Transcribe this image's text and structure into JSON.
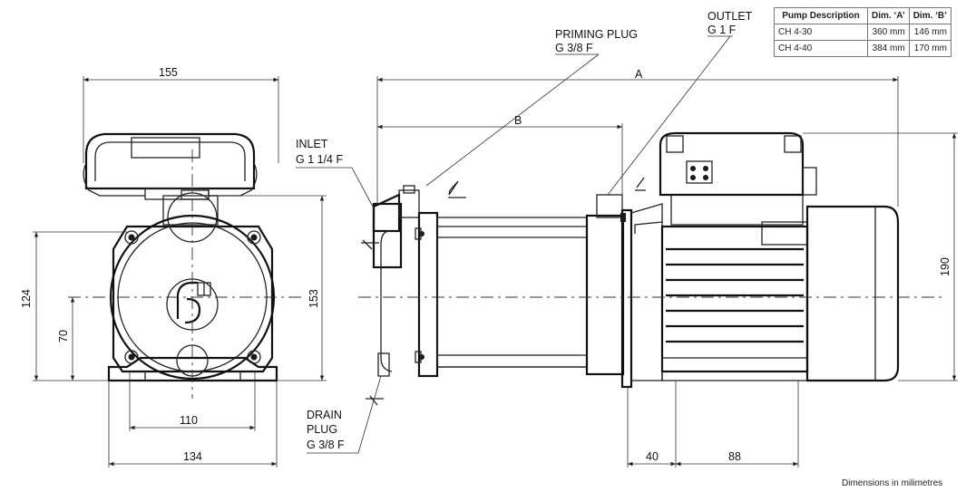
{
  "table": {
    "headers": [
      "Pump Description",
      "Dim. ‘A’",
      "Dim. ‘B’"
    ],
    "rows": [
      [
        "CH 4-30",
        "360 mm",
        "146 mm"
      ],
      [
        "CH 4-40",
        "384 mm",
        "170 mm"
      ]
    ]
  },
  "labels": {
    "priming_plug_1": "PRIMING PLUG",
    "priming_plug_2": "G 3/8 F",
    "outlet_1": "OUTLET",
    "outlet_2": "G 1 F",
    "inlet_1": "INLET",
    "inlet_2": "G 1 1/4 F",
    "drain_1": "DRAIN",
    "drain_2": "PLUG",
    "drain_3": "G 3/8 F"
  },
  "dimensions": {
    "d155": "155",
    "d124": "124",
    "d70": "70",
    "d153": "153",
    "d110": "110",
    "d134": "134",
    "dA": "A",
    "dB": "B",
    "d190": "190",
    "d40": "40",
    "d88": "88"
  },
  "footnote": "Dimensions in milimetres"
}
